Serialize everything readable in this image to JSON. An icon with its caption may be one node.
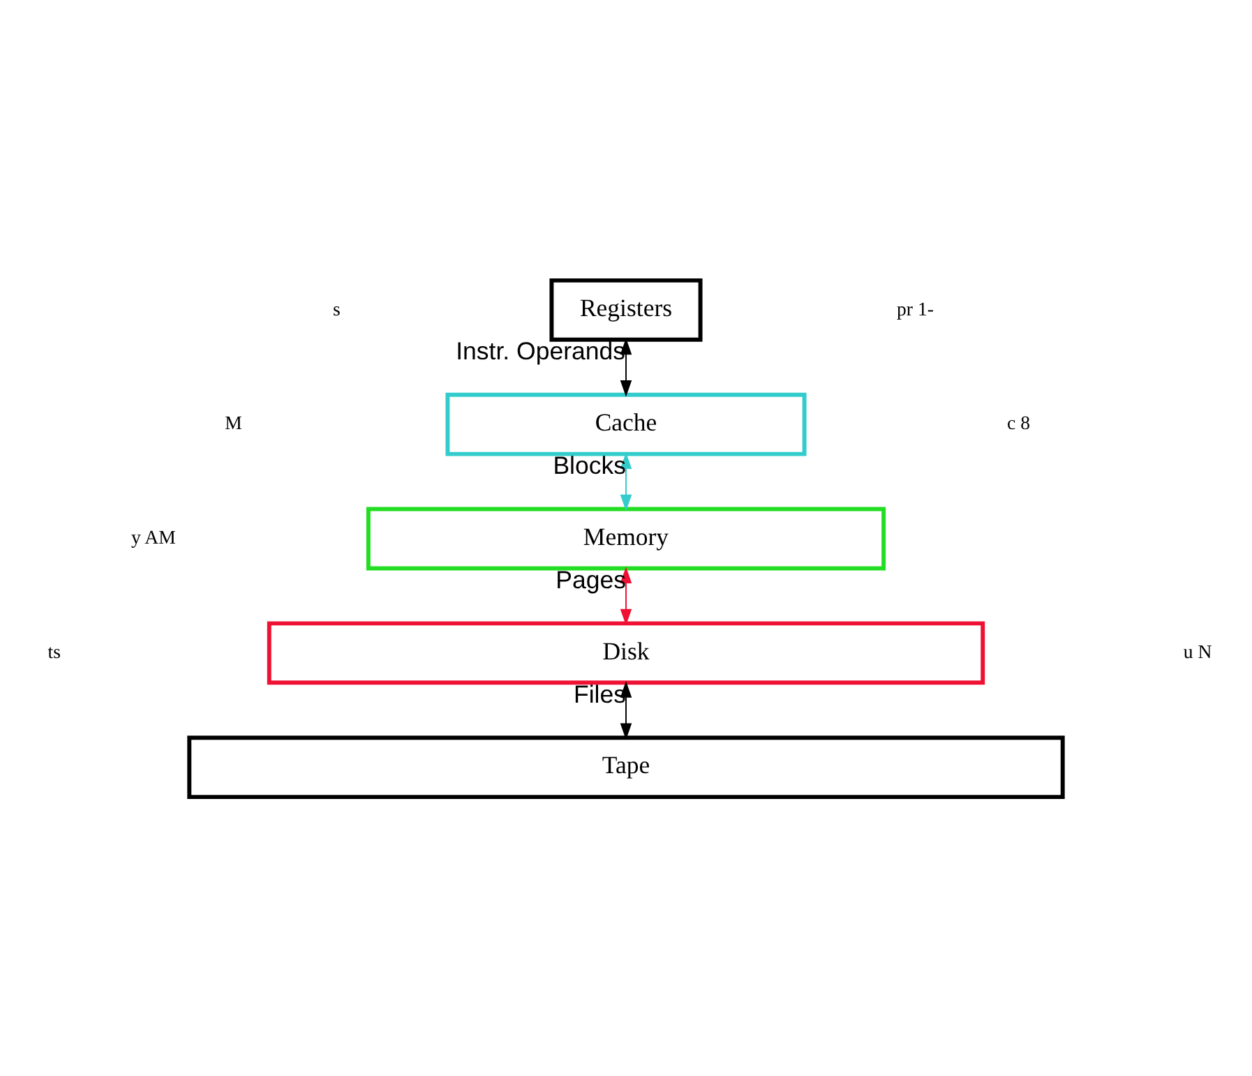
{
  "diagram": {
    "nodes": [
      {
        "text": [
          "Registers"
        ]
      },
      {
        "text": [
          "Cache"
        ]
      },
      {
        "text": [
          "Memory"
        ]
      },
      {
        "text": [
          "Disk"
        ]
      },
      {
        "text": [
          "Tape"
        ]
      }
    ],
    "edges": [
      {
        "from": 0,
        "to": 1,
        "arrow": "both",
        "label": "Instr. Operands"
      },
      {
        "from": 1,
        "to": 2,
        "arrow": "both",
        "label": "Blocks",
        "color": "#33cccc"
      },
      {
        "from": 2,
        "to": 3,
        "arrow": "both",
        "label": "Pages",
        "color": "#ee1133"
      },
      {
        "from": 3,
        "to": 4,
        "arrow": "both",
        "label": "Files"
      }
    ],
    "labels": [
      "s",
      "pr 1-",
      "M",
      "c 8",
      "y AM",
      "ts",
      "u N"
    ]
  }
}
